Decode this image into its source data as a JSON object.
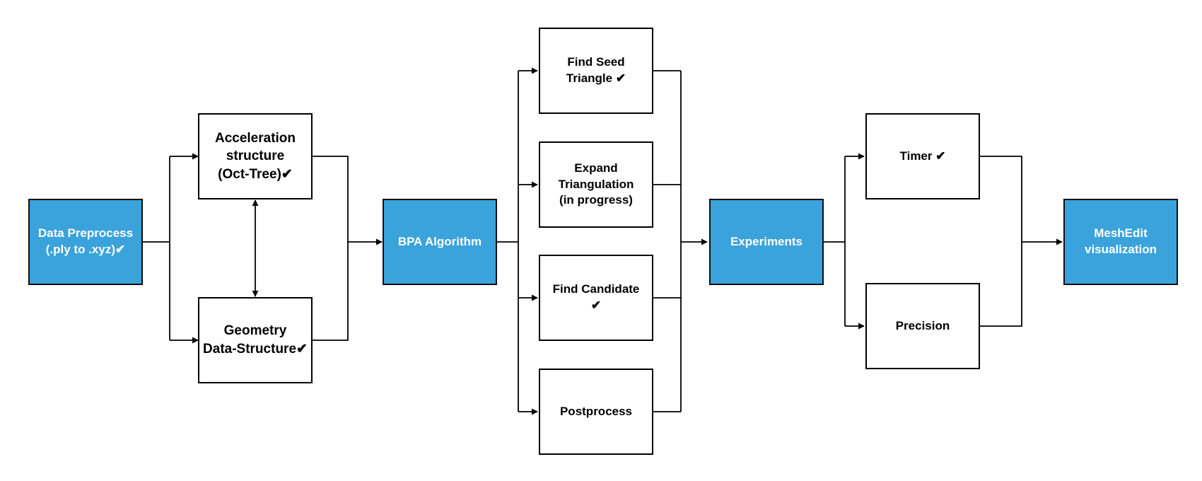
{
  "colors": {
    "primary_fill": "#3aa3dc",
    "primary_text": "#ffffff",
    "secondary_fill": "#ffffff",
    "line": "#000000"
  },
  "nodes": {
    "data_preprocess": "Data Preprocess\n(.ply to .xyz)✔",
    "acceleration_structure": "Acceleration\nstructure\n(Oct-Tree)✔",
    "geometry_data_structure": "Geometry\nData-Structure✔",
    "bpa_algorithm": "BPA Algorithm",
    "find_seed_triangle": "Find Seed\nTriangle ✔",
    "expand_triangulation": "Expand\nTriangulation\n(in progress)",
    "find_candidate": "Find Candidate\n✔",
    "postprocess": "Postprocess",
    "experiments": "Experiments",
    "timer": "Timer ✔",
    "precision": "Precision",
    "meshedit_visualization": "MeshEdit\nvisualization"
  }
}
